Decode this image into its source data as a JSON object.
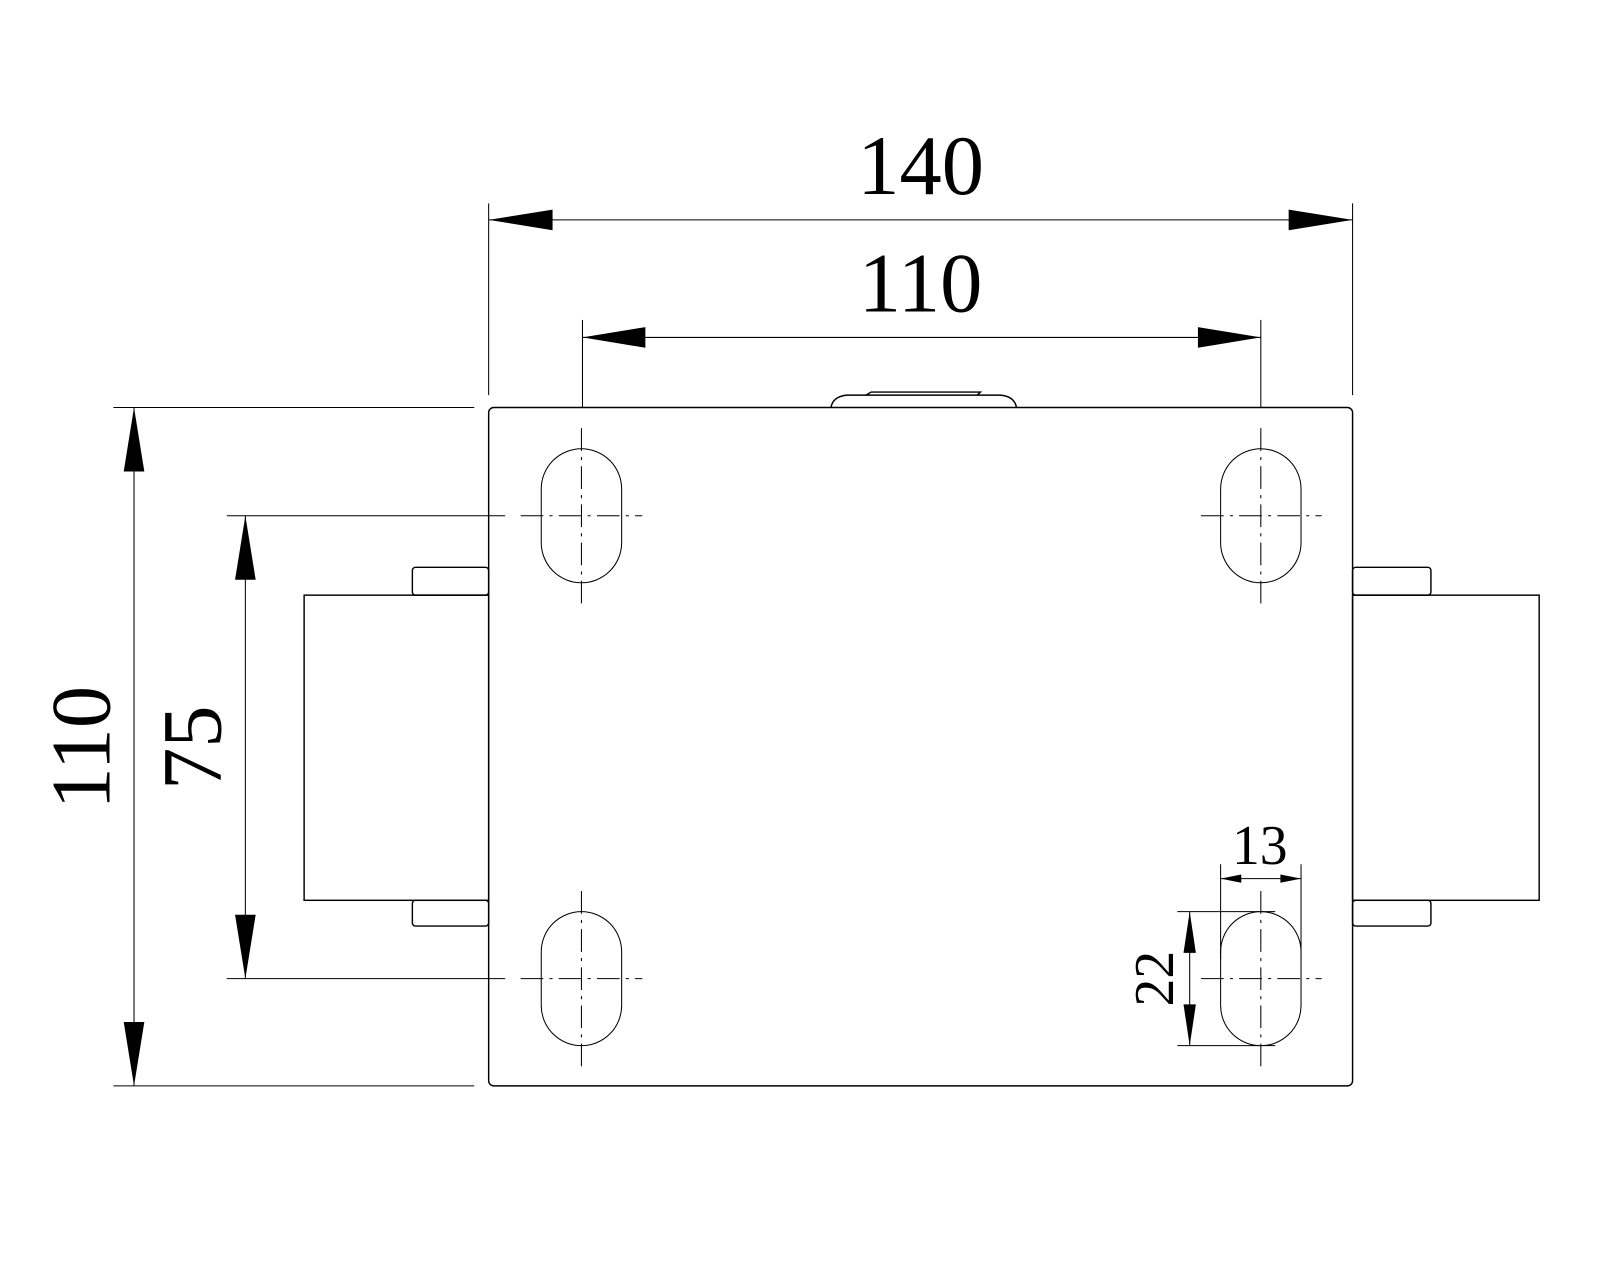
{
  "drawing": {
    "title": "Caster top plate dimension drawing",
    "dimensions": {
      "overall_width": "140",
      "hole_spacing_width": "110",
      "overall_length": "110",
      "hole_spacing_length": "75",
      "slot_width": "13",
      "slot_length": "22"
    },
    "line_color": "#000000",
    "background": "#ffffff"
  }
}
